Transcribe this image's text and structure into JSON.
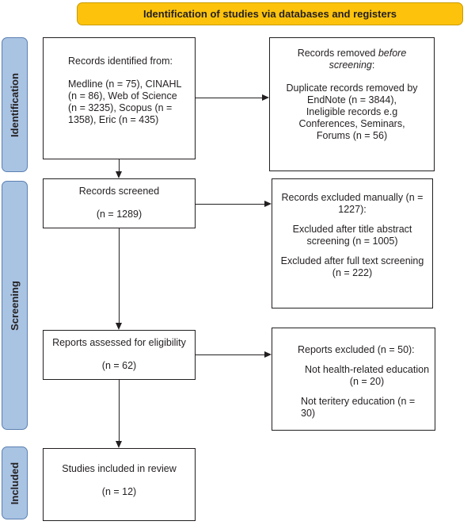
{
  "header": "Identification of studies via databases and registers",
  "phases": {
    "identification": "Identification",
    "screening": "Screening",
    "included": "Included"
  },
  "identified": {
    "title": "Records identified from:",
    "details": "Medline (n = 75), CINAHL (n = 86), Web of Science (n = 3235), Scopus (n = 1358), Eric (n = 435)"
  },
  "removed": {
    "title_prefix": "Records removed ",
    "title_emphasis": "before screening",
    "title_suffix": ":",
    "duplicates": "Duplicate records removed by EndNote  (n = 3844),",
    "ineligible": "Ineligible records e.g Conferences, Seminars, Forums (n = 56)"
  },
  "screened": {
    "title": "Records screened",
    "count": "(n = 1289)"
  },
  "excluded_manually": {
    "title": "Records excluded manually (n = 1227):",
    "title_abstract": "Excluded after title abstract screening (n = 1005)",
    "full_text": "Excluded after full text screening (n = 222)"
  },
  "assessed": {
    "title": "Reports assessed for eligibility",
    "count": "(n = 62)"
  },
  "reports_excluded": {
    "title": "Reports excluded (n = 50):",
    "not_health": "Not health-related education (n = 20)",
    "not_tertiary": "Not teritery education (n = 30)"
  },
  "included": {
    "title": "Studies included in review",
    "count": "(n = 12)"
  }
}
